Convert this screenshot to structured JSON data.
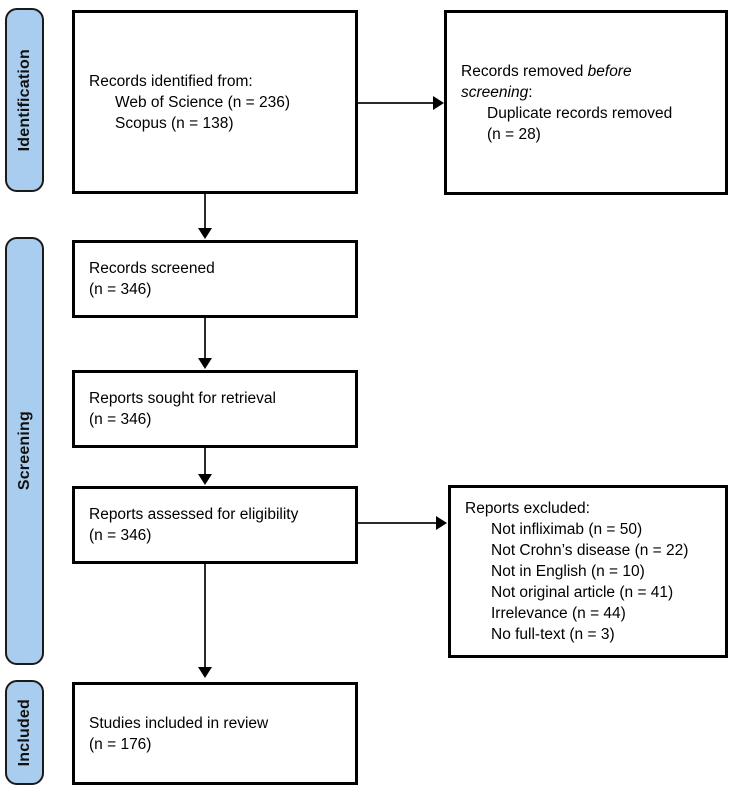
{
  "diagram": {
    "type": "prisma-flow-diagram",
    "accent_color": "#a9cdee",
    "border_color": "#000000",
    "background_color": "#ffffff"
  },
  "phases": [
    {
      "id": "identification",
      "label": "Identification"
    },
    {
      "id": "screening",
      "label": "Screening"
    },
    {
      "id": "included",
      "label": "Included"
    }
  ],
  "boxes": {
    "records_identified": {
      "id": "records-identified",
      "lines": [
        {
          "text": "Records identified from:",
          "indent": false
        },
        {
          "text": "Web of Science (n = 236)",
          "indent": true
        },
        {
          "text": "Scopus (n = 138)",
          "indent": true
        }
      ]
    },
    "records_removed": {
      "id": "records-removed-before-screening",
      "lines": [
        {
          "text": "Records removed ",
          "indent": false,
          "italic_tail": "before"
        },
        {
          "text": "",
          "indent": false,
          "italic_head": "screening",
          "tail": ":"
        },
        {
          "text": "Duplicate records removed",
          "indent": true
        },
        {
          "text": "(n = 28)",
          "indent": true
        }
      ]
    },
    "records_screened": {
      "id": "records-screened",
      "lines": [
        {
          "text": "Records screened",
          "indent": false
        },
        {
          "text": "(n = 346)",
          "indent": false
        }
      ]
    },
    "reports_sought": {
      "id": "reports-sought-for-retrieval",
      "lines": [
        {
          "text": "Reports sought for retrieval",
          "indent": false
        },
        {
          "text": "(n = 346)",
          "indent": false
        }
      ]
    },
    "reports_assessed": {
      "id": "reports-assessed-for-eligibility",
      "lines": [
        {
          "text": "Reports assessed for eligibility",
          "indent": false
        },
        {
          "text": "(n = 346)",
          "indent": false
        }
      ]
    },
    "reports_excluded": {
      "id": "reports-excluded",
      "lines": [
        {
          "text": "Reports excluded:",
          "indent": false
        },
        {
          "text": "Not infliximab (n = 50)",
          "indent": true
        },
        {
          "text": "Not Crohn’s disease (n = 22)",
          "indent": true
        },
        {
          "text": "Not in English (n = 10)",
          "indent": true
        },
        {
          "text": "Not original article (n = 41)",
          "indent": true
        },
        {
          "text": "Irrelevance (n = 44)",
          "indent": true
        },
        {
          "text": "No full-text (n = 3)",
          "indent": true
        }
      ]
    },
    "studies_included": {
      "id": "studies-included-in-review",
      "lines": [
        {
          "text": "Studies included in review",
          "indent": false
        },
        {
          "text": "(n = 176)",
          "indent": false
        }
      ]
    }
  },
  "counts": {
    "web_of_science": 236,
    "scopus": 138,
    "duplicates_removed": 28,
    "records_screened": 346,
    "reports_sought": 346,
    "reports_assessed": 346,
    "excluded_not_infliximab": 50,
    "excluded_not_crohns": 22,
    "excluded_not_english": 10,
    "excluded_not_original": 41,
    "excluded_irrelevance": 44,
    "excluded_no_fulltext": 3,
    "studies_included": 176
  },
  "text": {
    "b1_l1": "Records identified from:",
    "b1_l2": "Web of Science (n = 236)",
    "b1_l3": "Scopus (n = 138)",
    "b2_l1_a": "Records removed ",
    "b2_l1_b": "before",
    "b2_l2_a": "screening",
    "b2_l2_b": ":",
    "b2_l3": "Duplicate records removed",
    "b2_l4": "(n = 28)",
    "b3_l1": "Records screened",
    "b3_l2": "(n = 346)",
    "b4_l1": "Reports sought for retrieval",
    "b4_l2": "(n = 346)",
    "b5_l1": "Reports assessed for eligibility",
    "b5_l2": "(n = 346)",
    "b6_l1": "Reports excluded:",
    "b6_l2": "Not infliximab (n = 50)",
    "b6_l3": "Not Crohn’s disease (n = 22)",
    "b6_l4": "Not in English (n = 10)",
    "b6_l5": "Not original article (n = 41)",
    "b6_l6": "Irrelevance (n = 44)",
    "b6_l7": "No full-text (n = 3)",
    "b7_l1": "Studies included in review",
    "b7_l2": "(n = 176)",
    "phase1": "Identification",
    "phase2": "Screening",
    "phase3": "Included"
  }
}
